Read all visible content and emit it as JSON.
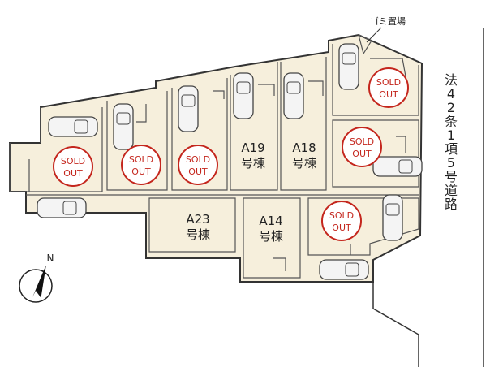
{
  "colors": {
    "lot_fill": "#f6efdc",
    "boundary": "#333333",
    "inner_line": "#555555",
    "sold_ring": "#c4261d",
    "car_fill": "#f4f4f4",
    "car_stroke": "#444444",
    "text": "#222222"
  },
  "labels": {
    "garbage": "ゴミ置場",
    "road": "法42条1項5号道路",
    "north": "N"
  },
  "lots": [
    {
      "id": "lot-west",
      "status": "sold",
      "label_line1": "SOLD",
      "label_line2": "OUT"
    },
    {
      "id": "lot-2",
      "status": "sold",
      "label_line1": "SOLD",
      "label_line2": "OUT"
    },
    {
      "id": "lot-3",
      "status": "sold",
      "label_line1": "SOLD",
      "label_line2": "OUT"
    },
    {
      "id": "A19",
      "status": "available",
      "label_line1": "A19",
      "label_line2": "号棟"
    },
    {
      "id": "A18",
      "status": "available",
      "label_line1": "A18",
      "label_line2": "号棟"
    },
    {
      "id": "lot-ne",
      "status": "sold",
      "label_line1": "SOLD",
      "label_line2": "OUT"
    },
    {
      "id": "lot-e-mid",
      "status": "sold",
      "label_line1": "SOLD",
      "label_line2": "OUT"
    },
    {
      "id": "A23",
      "status": "available",
      "label_line1": "A23",
      "label_line2": "号棟"
    },
    {
      "id": "A14",
      "status": "available",
      "label_line1": "A14",
      "label_line2": "号棟"
    },
    {
      "id": "lot-se",
      "status": "sold",
      "label_line1": "SOLD",
      "label_line2": "OUT"
    }
  ]
}
